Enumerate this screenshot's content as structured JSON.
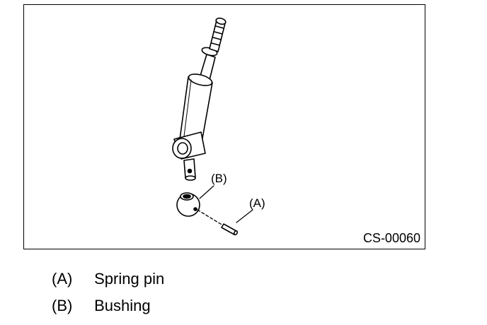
{
  "figure": {
    "callout_a": "(A)",
    "callout_b": "(B)",
    "code": "CS-00060"
  },
  "legend": [
    {
      "key": "(A)",
      "label": "Spring pin"
    },
    {
      "key": "(B)",
      "label": "Bushing"
    }
  ]
}
